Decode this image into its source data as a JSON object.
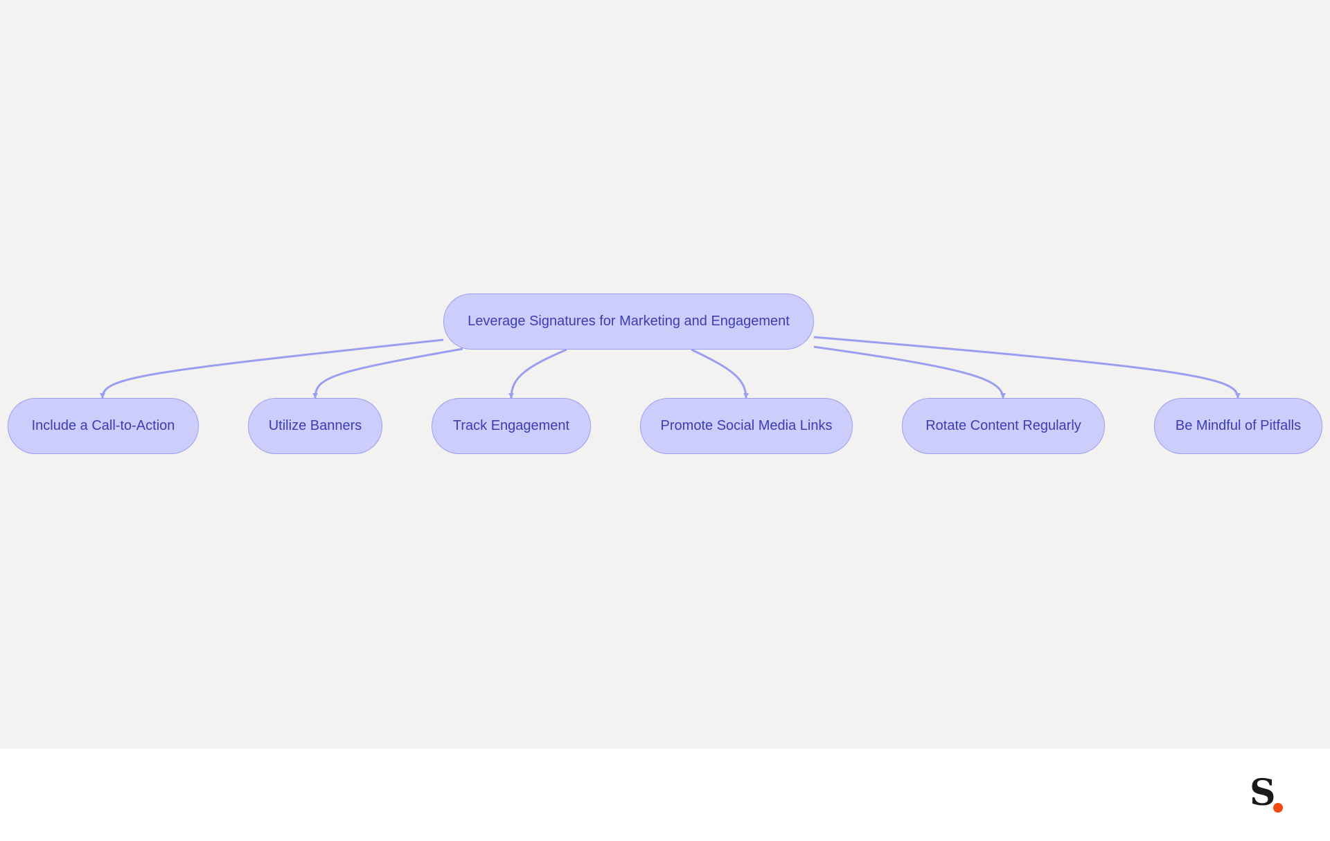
{
  "colors": {
    "background": "#f3f2f1",
    "footer": "#ffffff",
    "node_fill": "#cccdfb",
    "node_border": "#9a9ef0",
    "node_text": "#3a3db5",
    "edge": "#9a9ef0",
    "logo_text": "#1a1a1a",
    "logo_dot": "#f04a12"
  },
  "diagram": {
    "root": {
      "label": "Leverage Signatures for Marketing and Engagement"
    },
    "children": [
      {
        "label": "Include a Call-to-Action"
      },
      {
        "label": "Utilize Banners"
      },
      {
        "label": "Track Engagement"
      },
      {
        "label": "Promote Social Media Links"
      },
      {
        "label": "Rotate Content Regularly"
      },
      {
        "label": "Be Mindful of Pitfalls"
      }
    ]
  },
  "footer": {
    "logo_letter": "S",
    "logo_icon": "brand-logo-icon"
  }
}
